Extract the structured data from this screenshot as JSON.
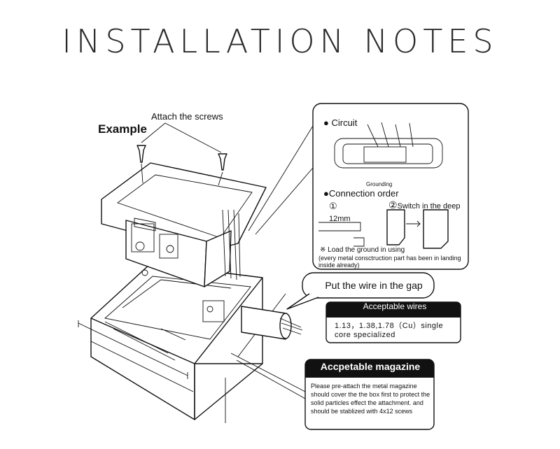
{
  "title": "INSTALLATION NOTES",
  "example": "Example",
  "attach_screws": "Attach the screws",
  "circuit_panel": {
    "circuit": "Circuit",
    "grounding": "Grounding",
    "connection_order": "Connection order",
    "step1": "①",
    "step2": "Switch in the deep",
    "step2_marker": "②",
    "length": "12mm",
    "load_ground": "※ Load the ground in using",
    "note": "(every metal consctruction part has been in landing inside already)"
  },
  "wire_gap": "Put the wire in the gap",
  "acceptable_wires": {
    "heading": "Acceptable wires",
    "body": "1.13，1.38,1.78（Cu）single core specialized"
  },
  "acceptable_magazine": {
    "heading": "Accpetable magazine",
    "body": "Please pre-attach the metal magazine should cover the the box first to protect the solid particles effect the attachment. and should be stablized with 4x12 scews"
  },
  "colors": {
    "ink": "#111111",
    "label_fill": "#111111",
    "background": "#ffffff"
  }
}
